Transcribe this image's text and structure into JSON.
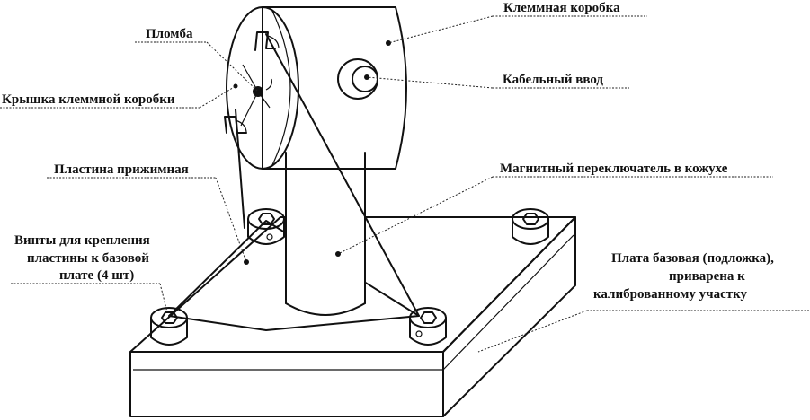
{
  "labels": {
    "terminal_box": "Клеммная коробка",
    "seal": "Пломба",
    "cable_entry": "Кабельный ввод",
    "terminal_box_cover": "Крышка клеммной коробки",
    "pressure_plate": "Пластина прижимная",
    "magnetic_switch": "Магнитный переключатель в кожухе",
    "screws_line1": "Винты для крепления",
    "screws_line2": "пластины к базовой",
    "screws_line3": "плате (4 шт)",
    "base_plate_line1": "Плата базовая (подложка),",
    "base_plate_line2": "приварена к",
    "base_plate_line3": "калиброванному участку"
  }
}
